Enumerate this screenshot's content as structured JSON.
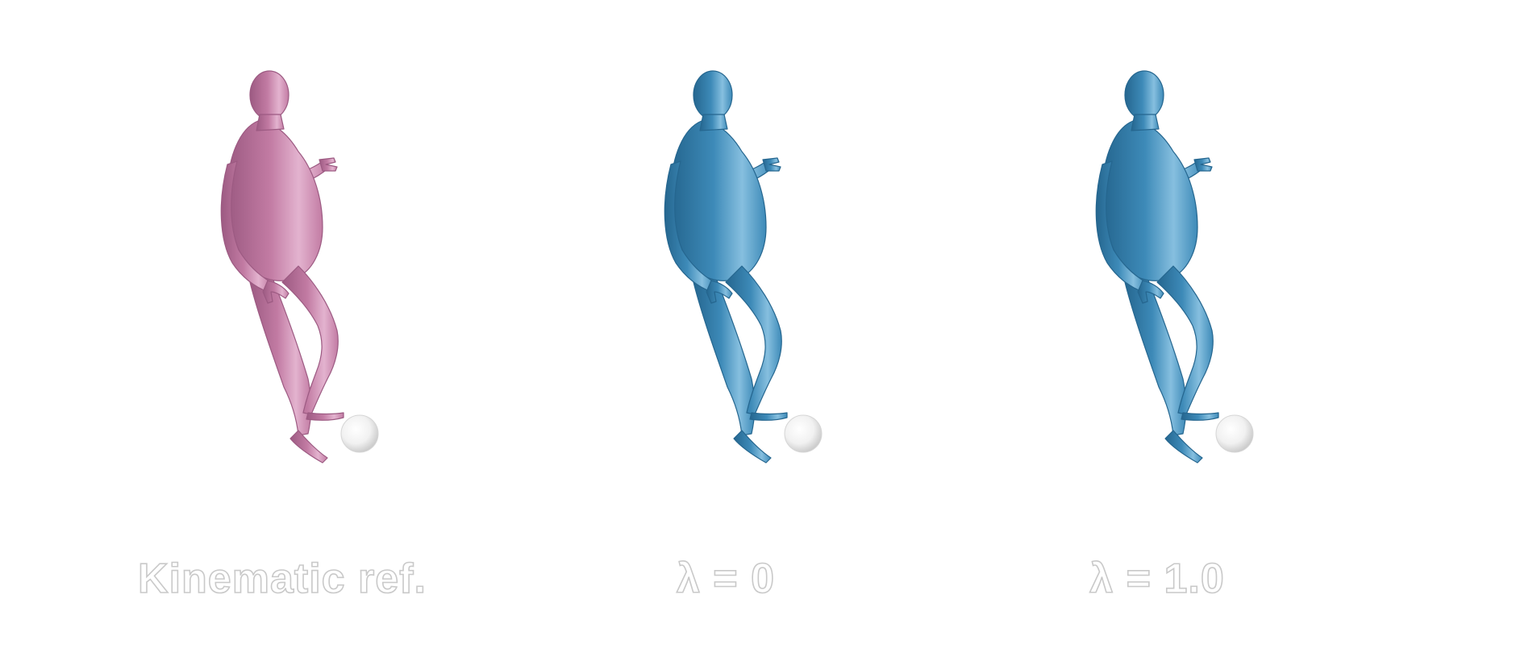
{
  "panels": [
    {
      "caption": "Kinematic ref.",
      "body_color": "#c27ba3",
      "body_shadow": "#9c5a82",
      "body_highlight": "#e3b3cf"
    },
    {
      "caption": "λ = 0",
      "body_color": "#3d8ab8",
      "body_shadow": "#25668f",
      "body_highlight": "#86bfdf"
    },
    {
      "caption": "λ = 1.0",
      "body_color": "#3d8ab8",
      "body_shadow": "#25668f",
      "body_highlight": "#86bfdf"
    }
  ],
  "ball_color": "#f1f1f1"
}
